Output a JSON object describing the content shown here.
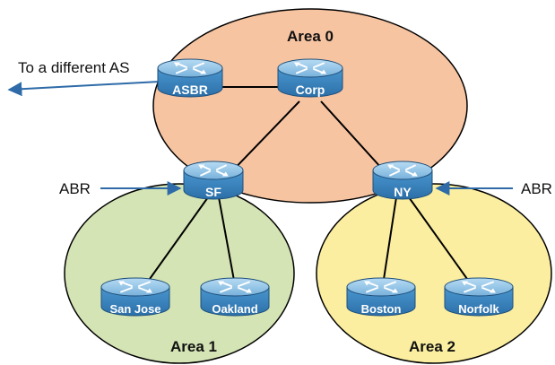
{
  "areas": {
    "area0": {
      "label": "Area 0",
      "fill": "#F7C4A2"
    },
    "area1": {
      "label": "Area 1",
      "fill": "#D4E4B4"
    },
    "area2": {
      "label": "Area 2",
      "fill": "#FBEEA0"
    }
  },
  "routers": {
    "asbr": "ASBR",
    "corp": "Corp",
    "sf": "SF",
    "ny": "NY",
    "san_jose": "San Jose",
    "oakland": "Oakland",
    "boston": "Boston",
    "norfolk": "Norfolk"
  },
  "annotations": {
    "external": "To a different AS",
    "abr_left": "ABR",
    "abr_right": "ABR"
  },
  "colors": {
    "router_body": "#3E8CC7",
    "router_top": "#8FC3E8",
    "arrow": "#2E6BA8",
    "link": "#000000",
    "outline": "#000000"
  }
}
